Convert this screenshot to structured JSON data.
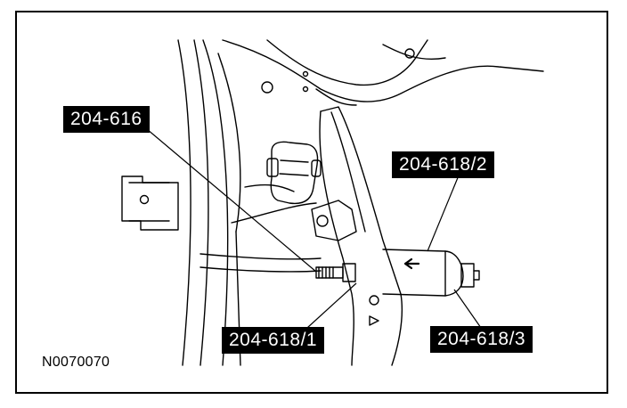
{
  "figure": {
    "id": "N0070070"
  },
  "callouts": [
    {
      "key": "c1",
      "text": "204-616"
    },
    {
      "key": "c2",
      "text": "204-618/2"
    },
    {
      "key": "c3",
      "text": "204-618/1"
    },
    {
      "key": "c4",
      "text": "204-618/3"
    }
  ],
  "colors": {
    "line": "#000000",
    "label_bg": "#000000",
    "label_text": "#ffffff",
    "background": "#ffffff"
  }
}
